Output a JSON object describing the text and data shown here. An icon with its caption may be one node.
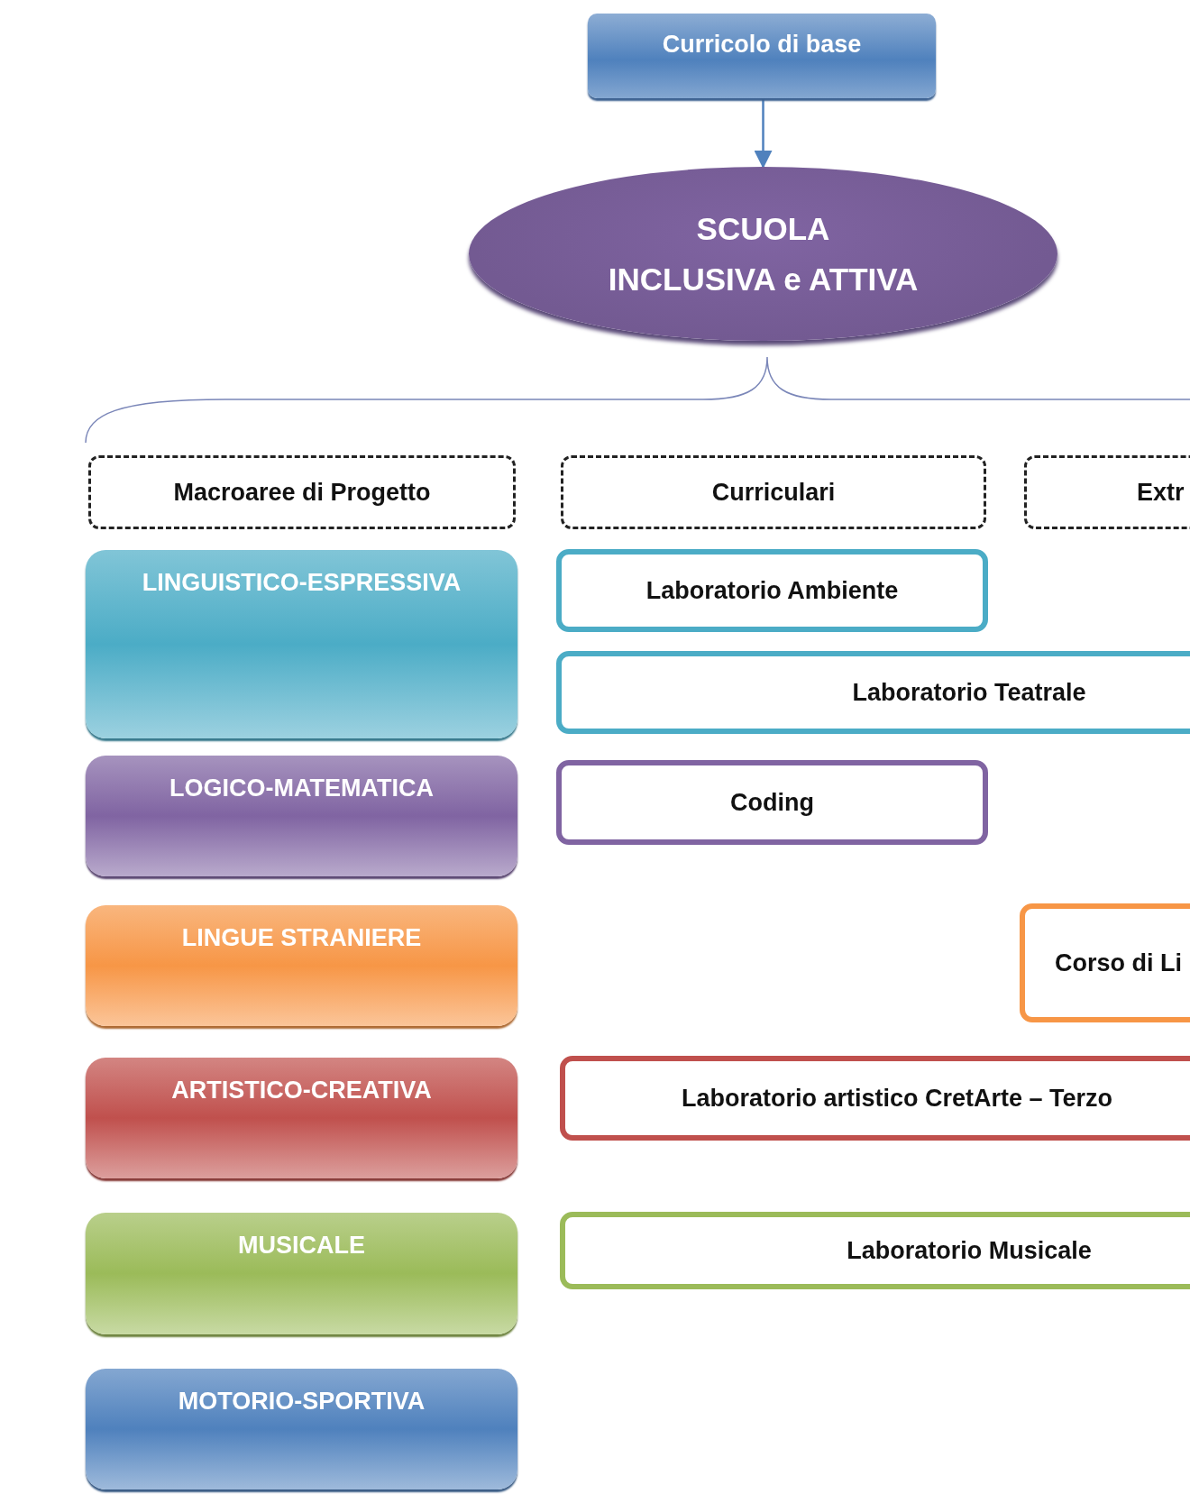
{
  "diagram": {
    "nodes": [
      {
        "text": [
          "Curricolo di base"
        ]
      },
      {
        "text": [
          "SCUOLA",
          "INCLUSIVA e ATTIVA"
        ]
      },
      {
        "text": [
          "Macroaree di Progetto"
        ]
      },
      {
        "text": [
          "Curriculari"
        ]
      },
      {
        "text": [
          "Extr"
        ]
      },
      {
        "text": [
          "LINGUISTICO-ESPRESSIVA"
        ]
      },
      {
        "text": [
          "Laboratorio Ambiente"
        ]
      },
      {
        "text": [
          "Laboratorio Teatrale"
        ]
      },
      {
        "text": [
          "LOGICO-MATEMATICA"
        ]
      },
      {
        "text": [
          "Coding"
        ]
      },
      {
        "text": [
          "LINGUE STRANIERE"
        ]
      },
      {
        "text": [
          "Corso di Li"
        ]
      },
      {
        "text": [
          "ARTISTICO-CREATIVA"
        ]
      },
      {
        "text": [
          "Laboratorio artistico CretArte – Terzo"
        ]
      },
      {
        "text": [
          "MUSICALE"
        ]
      },
      {
        "text": [
          "Laboratorio Musicale"
        ]
      },
      {
        "text": [
          "MOTORIO-SPORTIVA"
        ]
      }
    ],
    "edges": [
      {
        "from": 0,
        "to": 1,
        "arrow": "to"
      }
    ]
  }
}
